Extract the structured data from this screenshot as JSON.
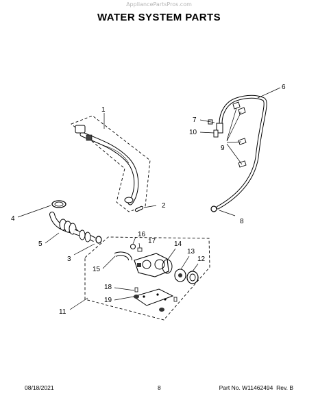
{
  "header": {
    "watermark": "AppliancePartsPros.com",
    "title": "WATER SYSTEM PARTS"
  },
  "callouts": [
    "1",
    "2",
    "3",
    "4",
    "5",
    "6",
    "7",
    "8",
    "9",
    "10",
    "11",
    "12",
    "13",
    "14",
    "15",
    "16",
    "17",
    "18",
    "19"
  ],
  "footer": {
    "date": "08/18/2021",
    "page": "8",
    "part_number": "Part No. W11462494",
    "revision": "Rev. B"
  }
}
